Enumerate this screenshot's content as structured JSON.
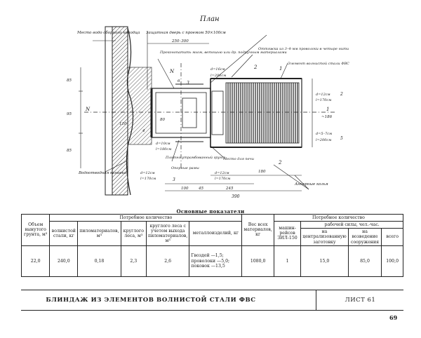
{
  "drawing": {
    "title": "План",
    "labels": {
      "well_wall": "Место водо сборного колодца",
      "door": "Защитная дверь с проемом 50×100см",
      "dim_250_300": "250–300",
      "caulk": "Проконопатить мхом, ветошью или др. подручным материалами",
      "spacing": "Оттяжка из 3–4-мм проволоки в четыре нити",
      "wave_element": "Элемент волнистой стали ФВС",
      "d16": "d=16см",
      "l206": "l=206см",
      "d12_a": "d=12см",
      "l170_a": "l=170см",
      "d5_7": "d=5–7см",
      "l200": "l=200см",
      "d10": "d=10см",
      "l180": "l=180см",
      "soil": "Плотно утрамбованный грунт",
      "frames": "Опорные рамы",
      "stove": "Место для печи",
      "d12_b": "d=12см",
      "l170_b": "l=170см",
      "d12_c": "d=12см",
      "l170_c": "l=170см",
      "anchor": "Анкерные колья",
      "drain": "Водоотводная канавка",
      "dim_85a": "85",
      "dim_95": "95",
      "dim_85b": "85",
      "dim_110": "110",
      "dim_80": "80",
      "dim_180": "180",
      "dim_100": "100",
      "dim_45": "45",
      "dim_245": "245",
      "dim_390": "390",
      "dim_186": "~186",
      "n_left": "N",
      "n_top": "N",
      "sec_1a": "1",
      "sec_1b": "1",
      "sec_2a": "2",
      "sec_2b": "2",
      "sec_3a": "3",
      "sec_3b": "3",
      "num_2": "2",
      "num_5": "5",
      "num_6": "6",
      "num_4": "4"
    }
  },
  "table": {
    "title": "Основные показатели",
    "h_volume": "Объем вынутого грунта, м³",
    "h_need": "Потребное количество",
    "h_total_weight": "Вес всех материалов, кг",
    "h_need2": "Потребное количество",
    "h_wave": "волнистой стали, кг",
    "h_lumber": "пиломатериалов, м³",
    "h_round": "круглого леса, м³",
    "h_round_eq": "круглого леса с учетом выхода пиломатериалов, м³",
    "h_metal": "металлоизделий, кг",
    "h_machine": "машин-рейсов ЗИЛ-150",
    "h_labor": "рабочей силы, чел.-час.",
    "h_prep": "на централизованную заготовку",
    "h_build": "на возведение сооружения",
    "h_all": "всего",
    "v_volume": "22,0",
    "v_wave": "240,0",
    "v_lumber": "0,18",
    "v_round": "2,3",
    "v_round_eq": "2,6",
    "v_metal_1": "Гвоздей —1,5;",
    "v_metal_2": "проволоки —5,0;",
    "v_metal_3": "поковок —13,5",
    "v_weight": "1080,0",
    "v_machine": "1",
    "v_prep": "15,0",
    "v_build": "85,0",
    "v_all": "100,0"
  },
  "footer": {
    "title": "БЛИНДАЖ ИЗ ЭЛЕМЕНТОВ ВОЛНИСТОЙ СТАЛИ ФВС",
    "sheet": "ЛИСТ 61",
    "page": "69"
  }
}
